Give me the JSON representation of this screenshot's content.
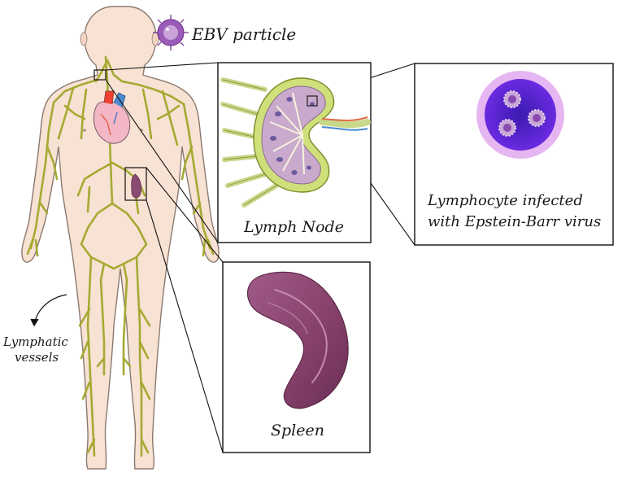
{
  "labels": {
    "ebv_particle": "EBV particle",
    "lymph_node": "Lymph Node",
    "lymphocyte_line1": "Lymphocyte infected",
    "lymphocyte_line2": "with Epstein-Barr virus",
    "spleen": "Spleen",
    "vessels_line1": "Lymphatic",
    "vessels_line2": "vessels"
  },
  "colors": {
    "skin": "#f8e2d4",
    "skin_outline": "#8a7a70",
    "lymph_vessel": "#a5aa32",
    "lymph_node_fill": "#c9a9cc",
    "lymph_node_rim": "#cfe07a",
    "lymphocyte_outer": "#e6b6f2",
    "lymphocyte_inner": "#5a1bd4",
    "spleen": "#8a4a72",
    "virus": "#7c3c9c"
  }
}
